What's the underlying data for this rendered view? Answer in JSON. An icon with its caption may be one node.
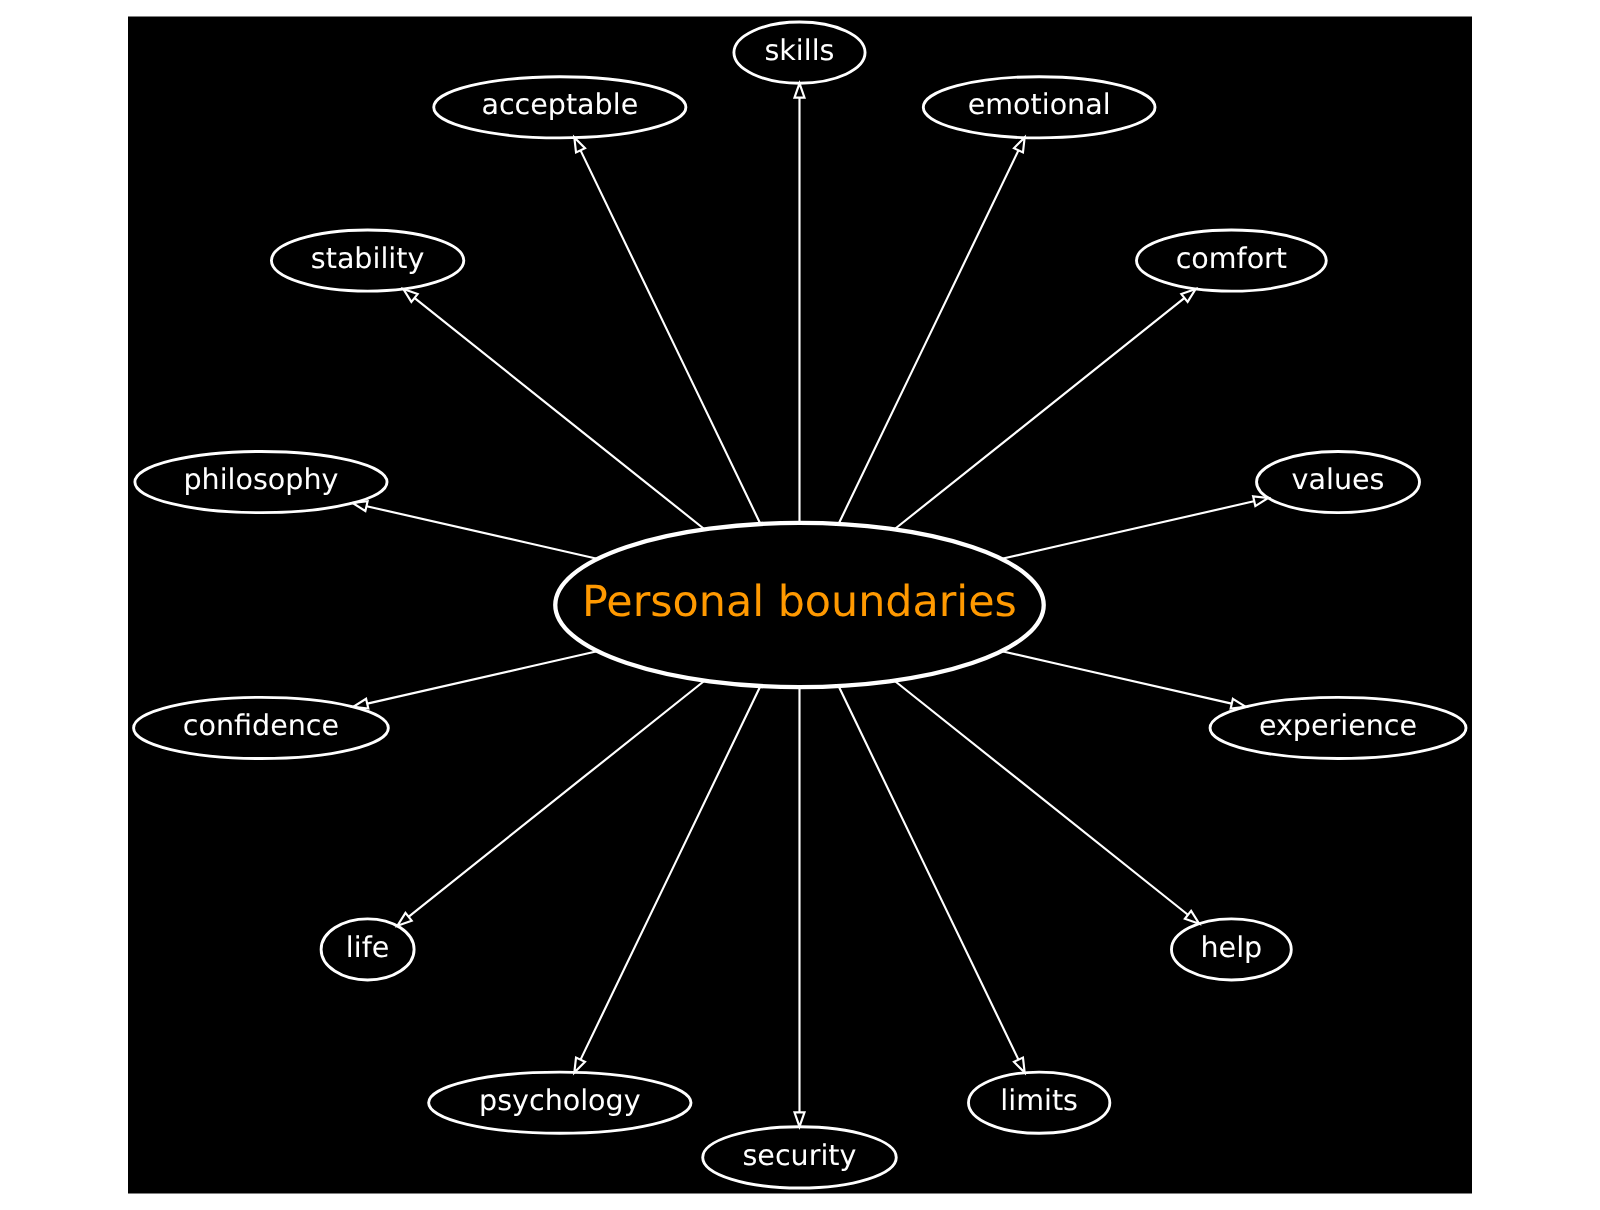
{
  "diagram": {
    "nodes": [
      {
        "text": [
          "Personal boundaries"
        ]
      },
      {
        "text": [
          "values"
        ]
      },
      {
        "text": [
          "comfort"
        ]
      },
      {
        "text": [
          "emotional"
        ]
      },
      {
        "text": [
          "skills"
        ]
      },
      {
        "text": [
          "acceptable"
        ]
      },
      {
        "text": [
          "stability"
        ]
      },
      {
        "text": [
          "philosophy"
        ]
      },
      {
        "text": [
          "confidence"
        ]
      },
      {
        "text": [
          "life"
        ]
      },
      {
        "text": [
          "psychology"
        ]
      },
      {
        "text": [
          "security"
        ]
      },
      {
        "text": [
          "limits"
        ]
      },
      {
        "text": [
          "help"
        ]
      },
      {
        "text": [
          "experience"
        ]
      }
    ],
    "edges": [
      {
        "from": 0,
        "to": 1,
        "arrow": "to"
      },
      {
        "from": 0,
        "to": 2,
        "arrow": "to"
      },
      {
        "from": 0,
        "to": 3,
        "arrow": "to"
      },
      {
        "from": 0,
        "to": 4,
        "arrow": "to"
      },
      {
        "from": 0,
        "to": 5,
        "arrow": "to"
      },
      {
        "from": 0,
        "to": 6,
        "arrow": "to"
      },
      {
        "from": 0,
        "to": 7,
        "arrow": "to"
      },
      {
        "from": 0,
        "to": 8,
        "arrow": "to"
      },
      {
        "from": 0,
        "to": 9,
        "arrow": "to"
      },
      {
        "from": 0,
        "to": 10,
        "arrow": "to"
      },
      {
        "from": 0,
        "to": 11,
        "arrow": "to"
      },
      {
        "from": 0,
        "to": 12,
        "arrow": "to"
      },
      {
        "from": 0,
        "to": 13,
        "arrow": "to"
      },
      {
        "from": 0,
        "to": 14,
        "arrow": "to"
      }
    ]
  }
}
